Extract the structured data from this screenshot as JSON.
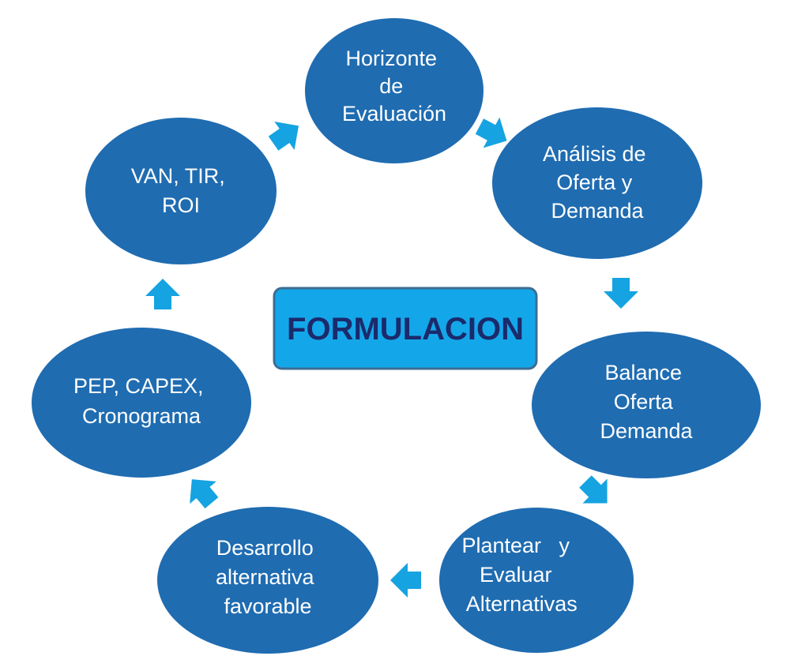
{
  "diagram": {
    "center_label": "FORMULACION",
    "nodes": [
      {
        "lines": [
          "Horizonte",
          "de",
          "Evaluación"
        ]
      },
      {
        "lines": [
          "Análisis de",
          "Oferta y",
          "Demanda"
        ]
      },
      {
        "lines": [
          "Balance",
          "Oferta",
          "Demanda"
        ]
      },
      {
        "lines": [
          "Plantear   y",
          "Evaluar",
          "Alternativas"
        ]
      },
      {
        "lines": [
          "Desarrollo",
          "alternativa",
          "favorable"
        ]
      },
      {
        "lines": [
          "PEP, CAPEX,",
          "Cronograma"
        ]
      },
      {
        "lines": [
          "VAN, TIR,",
          "ROI"
        ]
      }
    ]
  },
  "colors": {
    "node_fill": "#1f6cb1",
    "arrow_fill": "#15a3e1",
    "center_fill": "#13a7ea",
    "center_text": "#1b2a6b"
  }
}
